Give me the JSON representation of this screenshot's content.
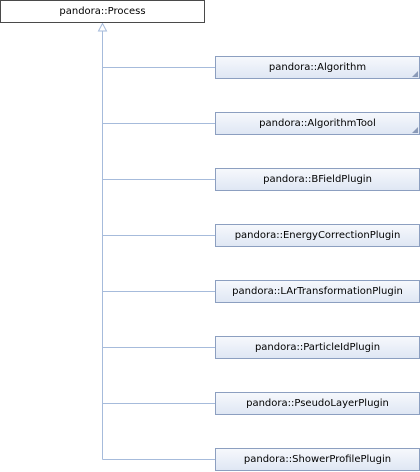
{
  "diagram": {
    "type": "inheritance",
    "base": {
      "label": "pandora::Process"
    },
    "children": [
      {
        "label": "pandora::Algorithm"
      },
      {
        "label": "pandora::AlgorithmTool"
      },
      {
        "label": "pandora::BFieldPlugin"
      },
      {
        "label": "pandora::EnergyCorrectionPlugin"
      },
      {
        "label": "pandora::LArTransformationPlugin"
      },
      {
        "label": "pandora::ParticleIdPlugin"
      },
      {
        "label": "pandora::PseudoLayerPlugin"
      },
      {
        "label": "pandora::ShowerProfilePlugin"
      }
    ],
    "colors": {
      "edge": "#a6bbdb",
      "child_border": "#8c9fc0",
      "child_fill_top": "#f6f8fc",
      "child_fill_bottom": "#dfe7f4",
      "base_border": "#4a4a4a"
    }
  }
}
